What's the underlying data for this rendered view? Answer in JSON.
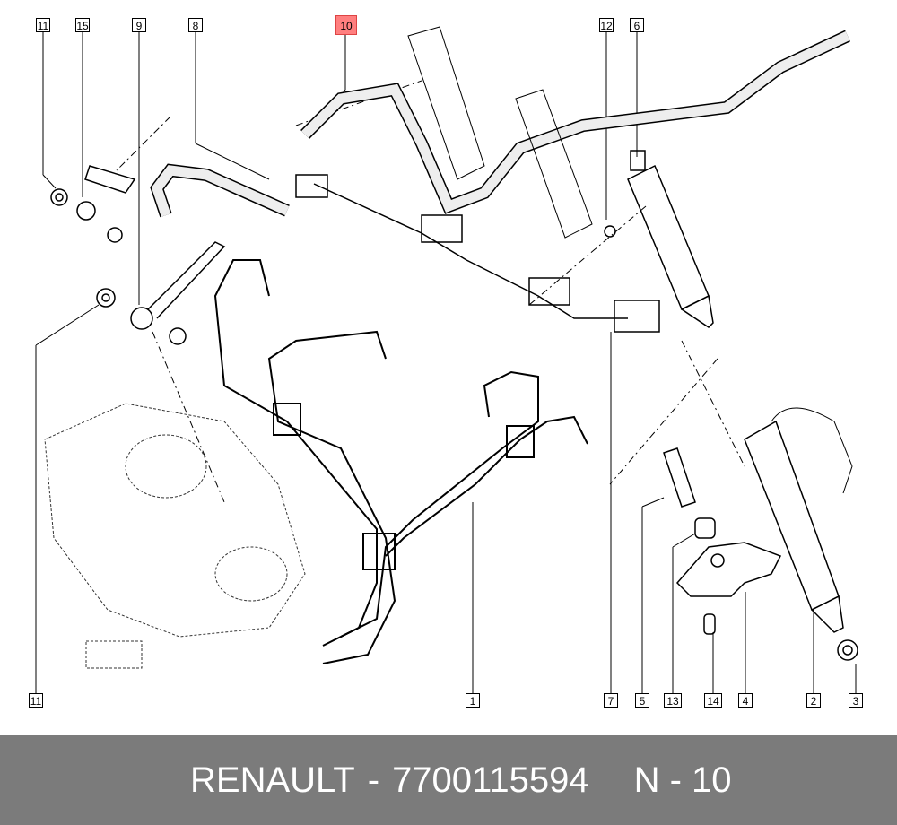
{
  "callouts": {
    "top": [
      "11",
      "15",
      "9",
      "8",
      "10",
      "12",
      "6"
    ],
    "bottom": [
      "11",
      "1",
      "7",
      "5",
      "13",
      "14",
      "4",
      "2",
      "3"
    ],
    "highlighted": "10",
    "highlight_color": "#ff7f7f"
  },
  "footer": {
    "brand": "RENAULT",
    "separator": "-",
    "part_number": "7700115594",
    "ref": "N - 10",
    "background": "#7b7b7b"
  }
}
